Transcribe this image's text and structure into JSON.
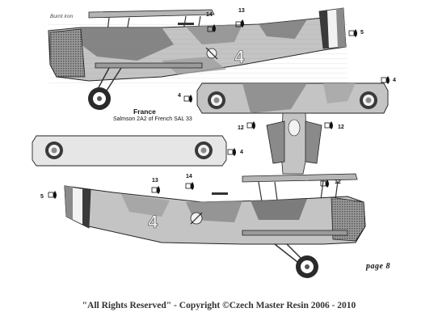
{
  "caption": {
    "country": "France",
    "subtitle": "Salmson 2A2 of French SAL 33",
    "burnt_label": "Burnt iron"
  },
  "page_marker": "page 8",
  "copyright": "\"All Rights Reserved\" - Copyright ©Czech Master Resin 2006 - 2010",
  "aircraft_code": "4",
  "callouts": [
    "14",
    "13",
    "5",
    "4",
    "4",
    "12",
    "12",
    "4",
    "5",
    "13",
    "14",
    "12"
  ],
  "colors": {
    "camo_light": "#c4c4c4",
    "camo_mid": "#a8a8a8",
    "camo_dark": "#7a7a7a",
    "camo_very_dark": "#5a5a5a",
    "line": "#222222",
    "roundel_blue": "#3a3a3a",
    "roundel_white": "#f2f2f2",
    "roundel_red": "#8a8a8a"
  }
}
